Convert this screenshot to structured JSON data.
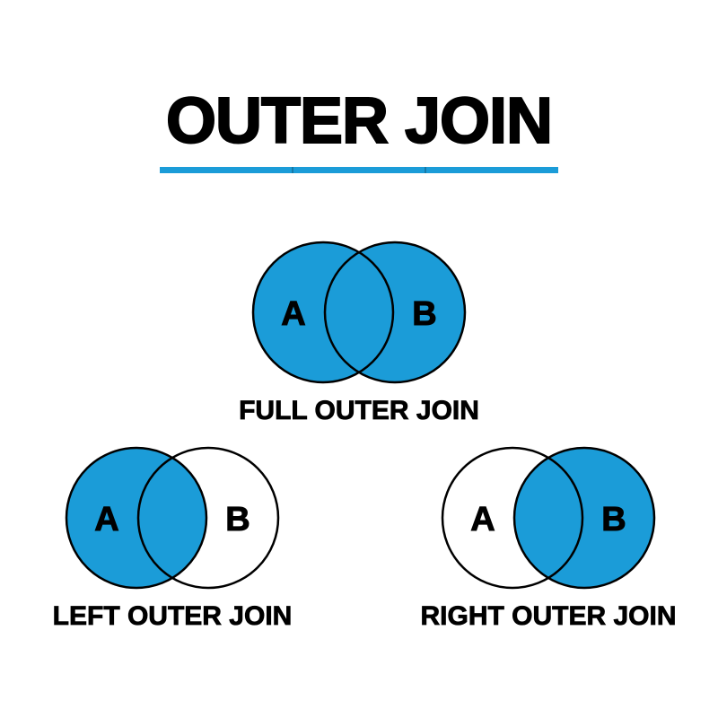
{
  "title": "OUTER JOIN",
  "colors": {
    "accent": "#1B9CD8",
    "outline": "#000000",
    "background": "#FFFFFF",
    "text": "#000000"
  },
  "diagrams": {
    "full": {
      "caption": "FULL OUTER JOIN",
      "left_label": "A",
      "right_label": "B",
      "left_fill": "#1B9CD8",
      "right_fill": "#1B9CD8"
    },
    "left": {
      "caption": "LEFT OUTER JOIN",
      "left_label": "A",
      "right_label": "B",
      "left_fill": "#1B9CD8",
      "right_fill": "none"
    },
    "right": {
      "caption": "RIGHT OUTER JOIN",
      "left_label": "A",
      "right_label": "B",
      "left_fill": "none",
      "right_fill": "#1B9CD8"
    }
  }
}
